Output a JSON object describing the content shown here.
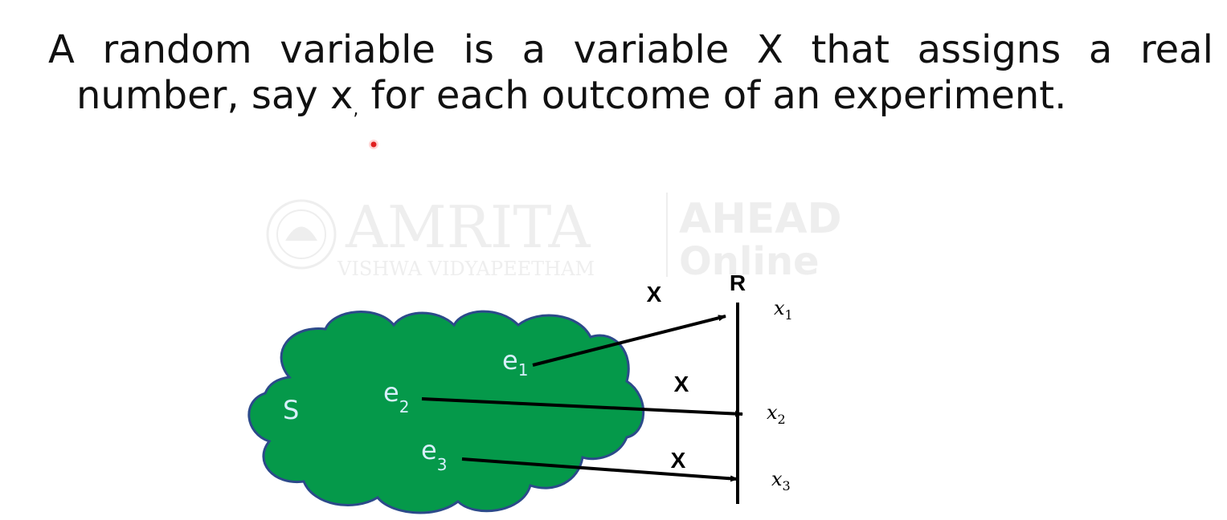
{
  "slide": {
    "line1_words": [
      "A",
      "random",
      "variable",
      "is",
      "a",
      "variable",
      "X",
      "that",
      "assigns",
      "a",
      "real"
    ],
    "line2_text": "number, say x",
    "line2_comma": ",",
    "line2_rest": " for each outcome of an experiment."
  },
  "watermark": {
    "brand": "AMRITA",
    "subbrand": "VISHWA VIDYAPEETHAM",
    "partner_top": "AHEAD",
    "partner_bottom": "Online"
  },
  "diagram": {
    "real_line_label": "R",
    "mapping_label": "X",
    "outcomes": [
      "e",
      "e",
      "e"
    ],
    "outcome_subscripts": [
      "1",
      "2",
      "3"
    ],
    "sample_space_label": "S",
    "values": [
      "x",
      "x",
      "x"
    ],
    "value_subscripts": [
      "1",
      "2",
      "3"
    ]
  },
  "colors": {
    "cloud_fill": "#05994a",
    "cloud_stroke": "#2c4a8a",
    "arrow": "#000000",
    "pointer": "#e02020",
    "watermark": "#ececec"
  }
}
